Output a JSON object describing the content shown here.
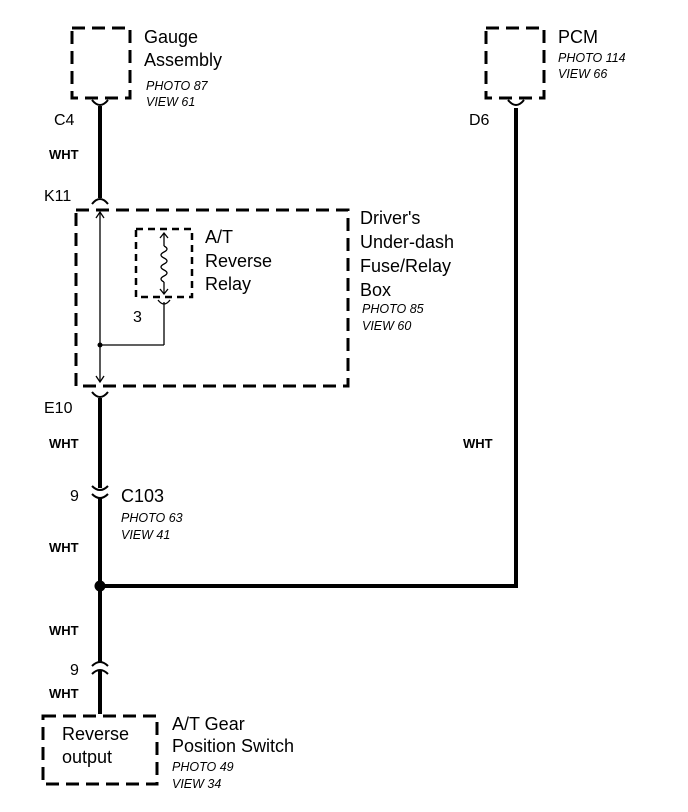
{
  "components": {
    "gauge": {
      "name_lines": [
        "Gauge",
        "Assembly"
      ],
      "photo": "PHOTO 87",
      "view": "VIEW 61"
    },
    "pcm": {
      "name": "PCM",
      "photo": "PHOTO 114",
      "view": "VIEW 66"
    },
    "fuse_box": {
      "name_lines": [
        "Driver's",
        "Under-dash",
        "Fuse/Relay",
        "Box"
      ],
      "photo": "PHOTO 85",
      "view": "VIEW 60"
    },
    "relay": {
      "name_lines": [
        "A/T",
        "Reverse",
        "Relay"
      ],
      "pin": "3"
    },
    "c103": {
      "name": "C103",
      "pin": "9",
      "photo": "PHOTO 63",
      "view": "VIEW 41"
    },
    "switch": {
      "inner_lines": [
        "Reverse",
        "output"
      ],
      "name_lines": [
        "A/T Gear",
        "Position Switch"
      ],
      "photo": "PHOTO 49",
      "view": "VIEW 34",
      "pin": "9"
    }
  },
  "connectors": {
    "c4": "C4",
    "d6": "D6",
    "k11": "K11",
    "e10": "E10"
  },
  "wires": {
    "w1": "WHT",
    "w2": "WHT",
    "w3": "WHT",
    "w4": "WHT",
    "w5": "WHT",
    "w6": "WHT"
  }
}
